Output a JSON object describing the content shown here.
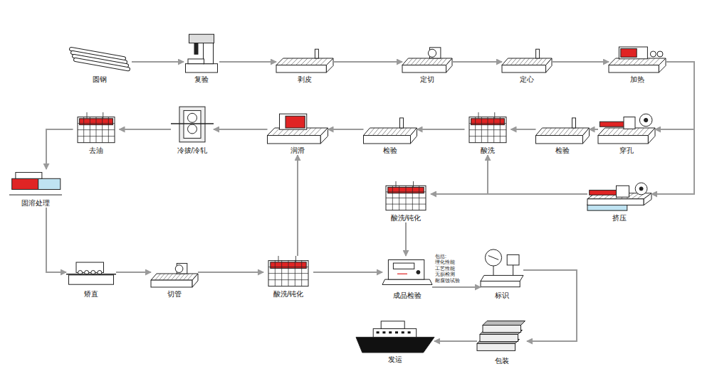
{
  "diagram": {
    "nodes": [
      {
        "text": [
          "圆钢"
        ]
      },
      {
        "text": [
          "复验"
        ]
      },
      {
        "text": [
          "剥皮"
        ]
      },
      {
        "text": [
          "定切"
        ]
      },
      {
        "text": [
          "定心"
        ]
      },
      {
        "text": [
          "加热"
        ]
      },
      {
        "text": [
          "穿孔"
        ]
      },
      {
        "text": [
          "检验"
        ]
      },
      {
        "text": [
          "酸洗"
        ]
      },
      {
        "text": [
          "检验"
        ]
      },
      {
        "text": [
          "润滑"
        ]
      },
      {
        "text": [
          "冷拔/冷轧"
        ]
      },
      {
        "text": [
          "去油"
        ]
      },
      {
        "text": [
          "固溶处理"
        ]
      },
      {
        "text": [
          "挤压"
        ]
      },
      {
        "text": [
          "酸洗/钝化"
        ]
      },
      {
        "text": [
          "矫直"
        ]
      },
      {
        "text": [
          "切管"
        ]
      },
      {
        "text": [
          "酸洗/钝化"
        ]
      },
      {
        "text": [
          "成品检验"
        ]
      },
      {
        "text": [
          "标识"
        ]
      },
      {
        "text": [
          "包装"
        ]
      },
      {
        "text": [
          "发运"
        ]
      }
    ],
    "edges": [
      {
        "from": 0,
        "to": 1,
        "arrow": "to"
      },
      {
        "from": 1,
        "to": 2,
        "arrow": "to"
      },
      {
        "from": 2,
        "to": 3,
        "arrow": "to"
      },
      {
        "from": 3,
        "to": 4,
        "arrow": "to"
      },
      {
        "from": 4,
        "to": 5,
        "arrow": "to"
      },
      {
        "from": 5,
        "to": 6,
        "arrow": "to"
      },
      {
        "from": 5,
        "to": 14,
        "arrow": "to"
      },
      {
        "from": 6,
        "to": 7,
        "arrow": "to"
      },
      {
        "from": 7,
        "to": 8,
        "arrow": "to"
      },
      {
        "from": 8,
        "to": 9,
        "arrow": "to"
      },
      {
        "from": 9,
        "to": 10,
        "arrow": "to"
      },
      {
        "from": 10,
        "to": 11,
        "arrow": "to"
      },
      {
        "from": 11,
        "to": 12,
        "arrow": "to"
      },
      {
        "from": 12,
        "to": 13,
        "arrow": "to"
      },
      {
        "from": 13,
        "to": 16,
        "arrow": "to"
      },
      {
        "from": 16,
        "to": 17,
        "arrow": "to"
      },
      {
        "from": 17,
        "to": 18,
        "arrow": "to"
      },
      {
        "from": 18,
        "to": 10,
        "arrow": "to"
      },
      {
        "from": 18,
        "to": 19,
        "arrow": "to"
      },
      {
        "from": 14,
        "to": 8,
        "arrow": "to"
      },
      {
        "from": 14,
        "to": 15,
        "arrow": "to"
      },
      {
        "from": 15,
        "to": 19,
        "arrow": "to"
      },
      {
        "from": 19,
        "to": 20,
        "arrow": "to"
      },
      {
        "from": 20,
        "to": 21,
        "arrow": "to"
      },
      {
        "from": 21,
        "to": 22,
        "arrow": "to"
      }
    ],
    "labels": [
      "包括:",
      "理化性能",
      "工艺性能",
      "无损检测",
      "耐腐蚀试验"
    ]
  }
}
